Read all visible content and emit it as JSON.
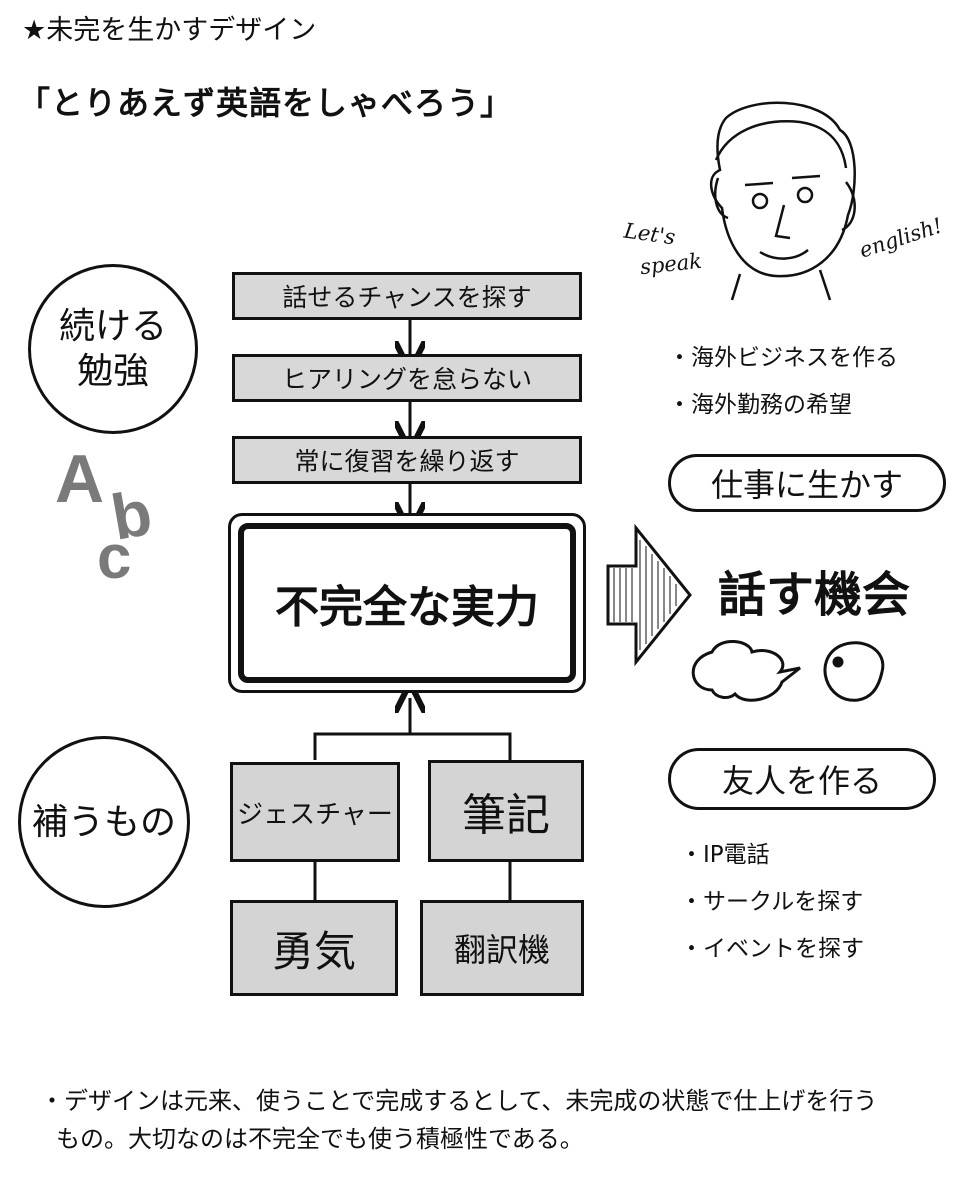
{
  "heading": "★未完を生かすデザイン",
  "title": "「とりあえず英語をしゃべろう」",
  "left_circles": {
    "top": "続ける\n勉強",
    "bottom": "補うもの"
  },
  "abc_letters": [
    "A",
    "b",
    "c"
  ],
  "steps": [
    "話せるチャンスを探す",
    "ヒアリングを怠らない",
    "常に復習を繰り返す"
  ],
  "core": "不完全な実力",
  "supports": {
    "top_left": "ジェスチャー",
    "top_right": "筆記",
    "bottom_left": "勇気",
    "bottom_right": "翻訳機"
  },
  "speech": {
    "left1": "Let's",
    "left2": "speak",
    "right": "english!"
  },
  "work_bullets": [
    "海外ビジネスを作る",
    "海外勤務の希望"
  ],
  "work_pill": "仕事に生かす",
  "result": "話す機会",
  "friend_pill": "友人を作る",
  "friend_bullets": [
    "IP電話",
    "サークルを探す",
    "イベントを探す"
  ],
  "note": {
    "line1": "・デザインは元来、使うことで完成するとして、未完成の状態で仕上げを行う",
    "line2": "もの。大切なのは不完全でも使う積極性である。"
  },
  "colors": {
    "step_fill": "#d8d8d8",
    "box_fill": "#d4d4d4",
    "abc": "#7a7a7a",
    "line": "#111111"
  }
}
